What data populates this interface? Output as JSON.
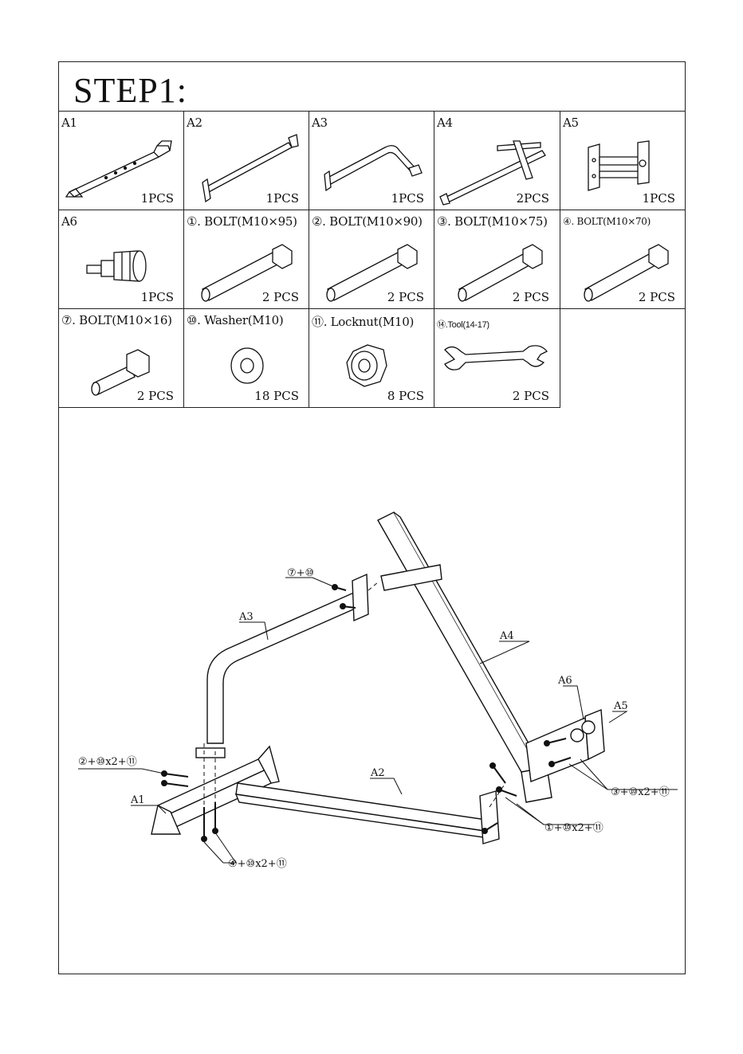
{
  "title": "STEP1:",
  "parts": [
    {
      "label": "A1",
      "qty": "1PCS",
      "icon": "base-tube-a1-icon"
    },
    {
      "label": "A2",
      "qty": "1PCS",
      "icon": "long-tube-a2-icon"
    },
    {
      "label": "A3",
      "qty": "1PCS",
      "icon": "bent-tube-a3-icon"
    },
    {
      "label": "A4",
      "qty": "2PCS",
      "icon": "cross-tube-a4-icon"
    },
    {
      "label": "A5",
      "qty": "1PCS",
      "icon": "bracket-a5-icon"
    },
    {
      "label": "A6",
      "qty": "1PCS",
      "icon": "knob-pin-a6-icon"
    },
    {
      "label": "①. BOLT(M10×95)",
      "qty": "2 PCS",
      "icon": "bolt-icon"
    },
    {
      "label": "②. BOLT(M10×90)",
      "qty": "2 PCS",
      "icon": "bolt-icon"
    },
    {
      "label": "③. BOLT(M10×75)",
      "qty": "2 PCS",
      "icon": "bolt-icon"
    },
    {
      "label": "④. BOLT(M10×70)",
      "qty": "2 PCS",
      "icon": "bolt-icon"
    },
    {
      "label": "⑦. BOLT(M10×16)",
      "qty": "2 PCS",
      "icon": "short-bolt-icon"
    },
    {
      "label": "⑩. Washer(M10)",
      "qty": "18 PCS",
      "icon": "washer-icon"
    },
    {
      "label": "⑪. Locknut(M10)",
      "qty": "8 PCS",
      "icon": "locknut-icon"
    },
    {
      "label": "⑭.Tool(14-17)",
      "qty": "2 PCS",
      "icon": "wrench-icon"
    }
  ],
  "diagram": {
    "callouts": {
      "bolt7_washer10": "⑦+⑩",
      "a3": "A3",
      "a4": "A4",
      "a6": "A6",
      "a5": "A5",
      "bolt2_set": "②+⑩x2+⑪",
      "a1": "A1",
      "a2": "A2",
      "bolt3_set": "③+⑩x2+⑪",
      "bolt1_set": "①+⑩x2+⑪",
      "bolt4_set": "④+⑩x2+⑪"
    }
  }
}
